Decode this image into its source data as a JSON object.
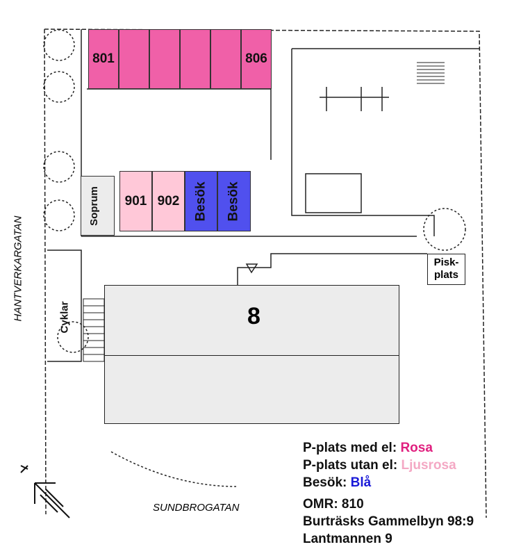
{
  "colors": {
    "pink": "#f060a8",
    "light_pink": "#ffc8d8",
    "blue": "#5050ee",
    "building": "#ececec"
  },
  "streets": {
    "west": "HANTVERKARGATAN",
    "south": "SUNDBROGATAN"
  },
  "parking_with_el": [
    "801",
    "",
    "",
    "",
    "",
    "806"
  ],
  "parking_without_el": [
    "901",
    "902"
  ],
  "visitor": [
    "Besök",
    "Besök"
  ],
  "labels": {
    "soprum": "Soprum",
    "cyklar": "Cyklar",
    "piskplats_1": "Pisk-",
    "piskplats_2": "plats",
    "building": "8",
    "north": "N"
  },
  "legend": {
    "with_el_label": "P-plats med el:",
    "with_el_value": "Rosa",
    "without_el_label": "P-plats utan el:",
    "without_el_value": "Ljusrosa",
    "visitor_label": "Besök:",
    "visitor_value": "Blå",
    "omr": "OMR: 810",
    "property": "Burträsks Gammelbyn 98:9",
    "name": "Lantmannen 9"
  }
}
